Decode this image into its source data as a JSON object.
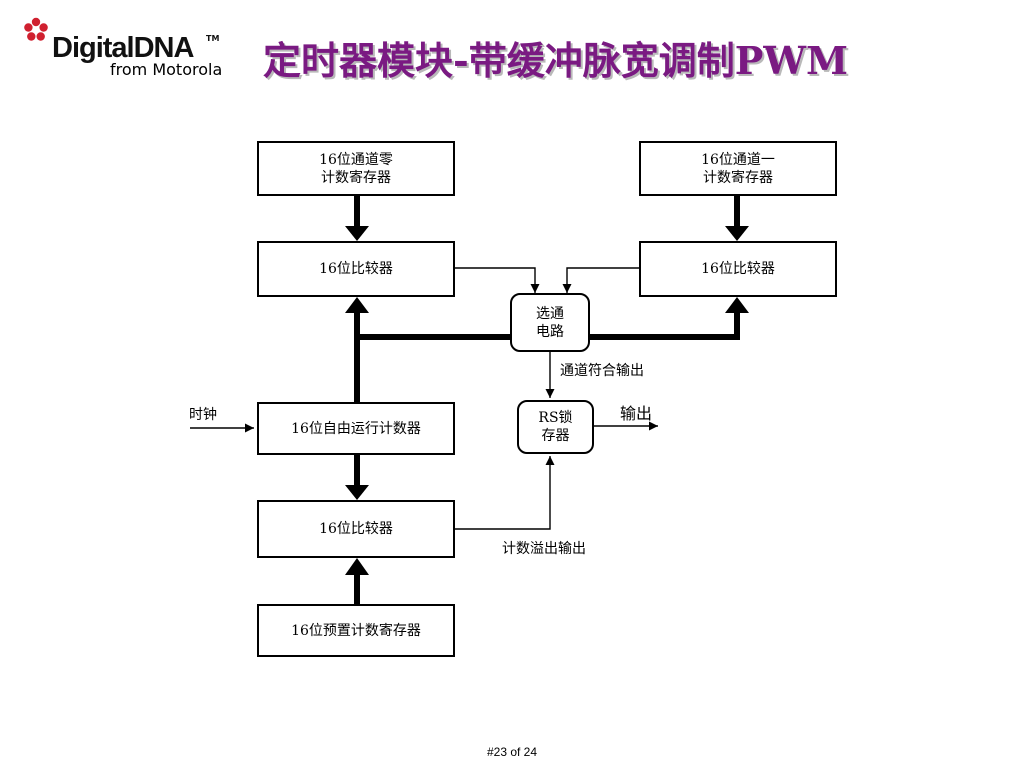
{
  "logo": {
    "brand": "DigitalDNA",
    "tm": "TM",
    "sub": "from Motorola"
  },
  "title": "定时器模块-带缓冲脉宽调制PWM",
  "diagram": {
    "blocks": {
      "ch0_count_reg": "16位通道零\n计数寄存器",
      "ch1_count_reg": "16位通道一\n计数寄存器",
      "comparator_ch0": "16位比较器",
      "comparator_ch1": "16位比较器",
      "select_circuit": "选通\n电路",
      "rs_latch": "RS锁\n存器",
      "free_running_counter": "16位自由运行计数器",
      "comparator_preset": "16位比较器",
      "preset_count_reg": "16位预置计数寄存器"
    },
    "labels": {
      "clock": "时钟",
      "channel_match_output": "通道符合输出",
      "output": "输出",
      "count_overflow_output": "计数溢出输出"
    }
  },
  "footer": {
    "page": "#23 of 24"
  }
}
